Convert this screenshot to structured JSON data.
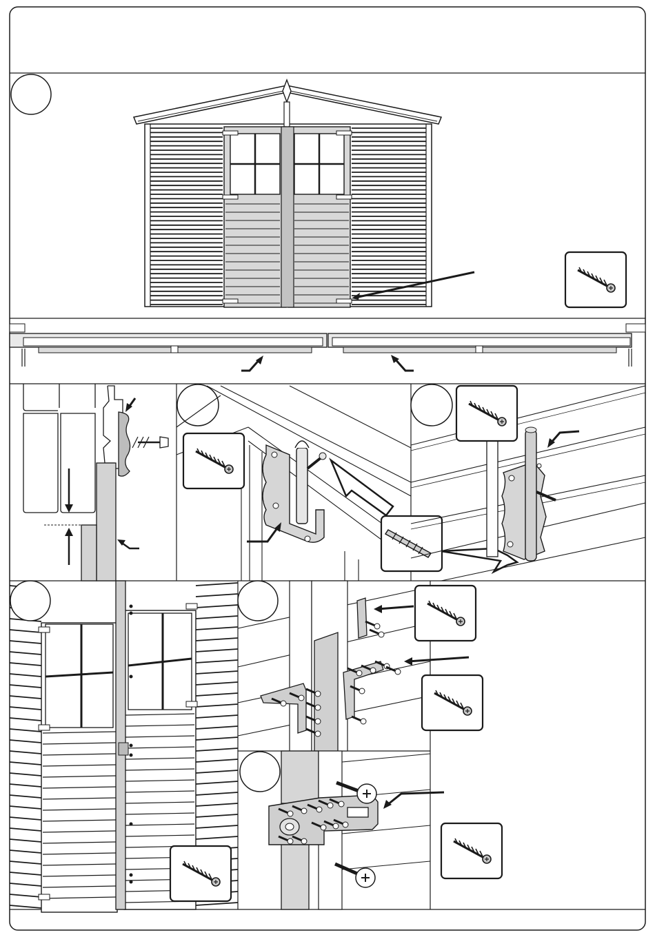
{
  "document": {
    "type": "assembly-instruction-sheet",
    "step_circles": [
      {
        "id": "step-1",
        "label": ""
      },
      {
        "id": "step-2",
        "label": ""
      },
      {
        "id": "step-3",
        "label": ""
      },
      {
        "id": "step-4",
        "label": ""
      },
      {
        "id": "step-5",
        "label": ""
      },
      {
        "id": "step-6",
        "label": ""
      }
    ],
    "part_boxes": [
      {
        "id": "screw-box-1",
        "icon": "screw-icon"
      },
      {
        "id": "screw-box-2",
        "icon": "screw-icon"
      },
      {
        "id": "screw-box-3",
        "icon": "screw-icon"
      },
      {
        "id": "drill-bit-box",
        "icon": "drill-bit-icon"
      },
      {
        "id": "screw-box-4",
        "icon": "screw-icon"
      },
      {
        "id": "screw-box-5",
        "icon": "screw-icon"
      },
      {
        "id": "screw-box-6",
        "icon": "screw-icon"
      },
      {
        "id": "screw-box-7",
        "icon": "screw-icon"
      }
    ],
    "colors": {
      "line": "#1a1a1a",
      "grey_fill": "#c8c8c8",
      "light_fill": "#efefef",
      "white": "#ffffff"
    }
  }
}
